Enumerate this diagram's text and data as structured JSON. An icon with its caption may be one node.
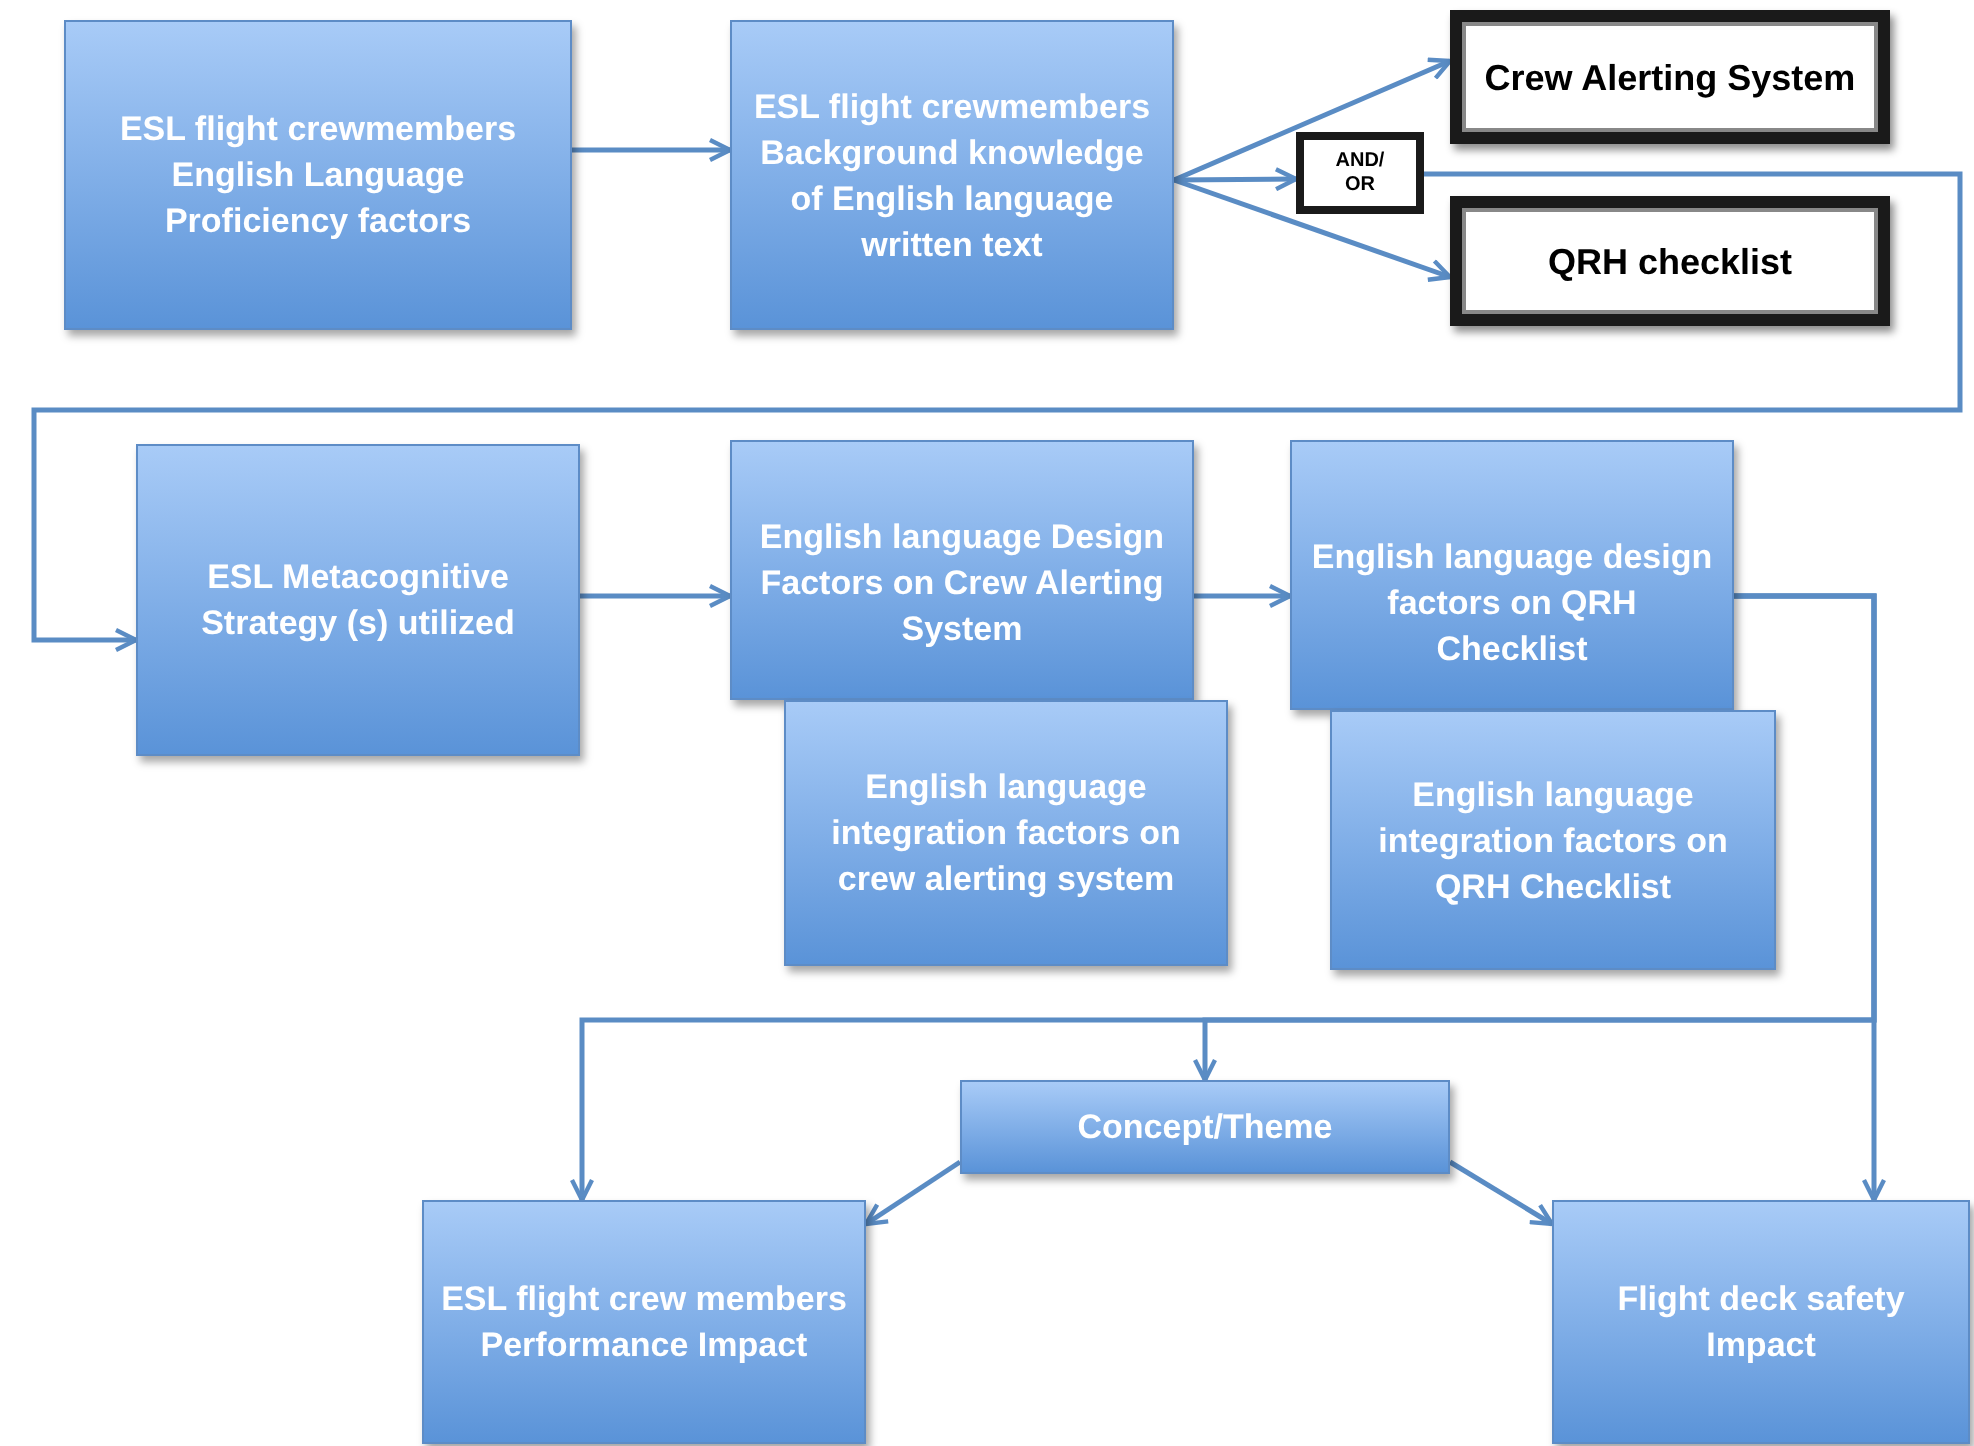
{
  "diagram": {
    "nodes": [
      {
        "text": [
          "ESL flight crewmembers English Language Proficiency factors"
        ]
      },
      {
        "text": [
          "ESL flight crewmembers Background knowledge of English language written text"
        ]
      },
      {
        "text": [
          "Crew Alerting System"
        ]
      },
      {
        "text": [
          "AND/ OR"
        ]
      },
      {
        "text": [
          "QRH checklist"
        ]
      },
      {
        "text": [
          "ESL Metacognitive Strategy (s) utilized"
        ]
      },
      {
        "text": [
          "English language Design Factors on Crew Alerting System"
        ]
      },
      {
        "text": [
          "English language integration factors on crew alerting system"
        ]
      },
      {
        "text": [
          "English language design factors on QRH Checklist"
        ]
      },
      {
        "text": [
          "English language integration factors on QRH Checklist"
        ]
      },
      {
        "text": [
          "Concept/Theme"
        ]
      },
      {
        "text": [
          "ESL flight crew members Performance Impact"
        ]
      },
      {
        "text": [
          "Flight deck safety Impact"
        ]
      }
    ],
    "edges": [
      {
        "from": 0,
        "to": 1,
        "arrow": "to"
      },
      {
        "from": 1,
        "to": 2,
        "arrow": "to"
      },
      {
        "from": 1,
        "to": 3,
        "arrow": "to"
      },
      {
        "from": 1,
        "to": 4,
        "arrow": "to"
      },
      {
        "from": 3,
        "to": 5,
        "arrow": "to"
      },
      {
        "from": 5,
        "to": 6,
        "arrow": "to"
      },
      {
        "from": 6,
        "to": 8,
        "arrow": "to"
      },
      {
        "from": 8,
        "to": 11,
        "arrow": "to"
      },
      {
        "from": 8,
        "to": 10,
        "arrow": "to"
      },
      {
        "from": 8,
        "to": 12,
        "arrow": "to"
      },
      {
        "from": 10,
        "to": 11,
        "arrow": "to"
      },
      {
        "from": 10,
        "to": 12,
        "arrow": "to"
      }
    ]
  }
}
